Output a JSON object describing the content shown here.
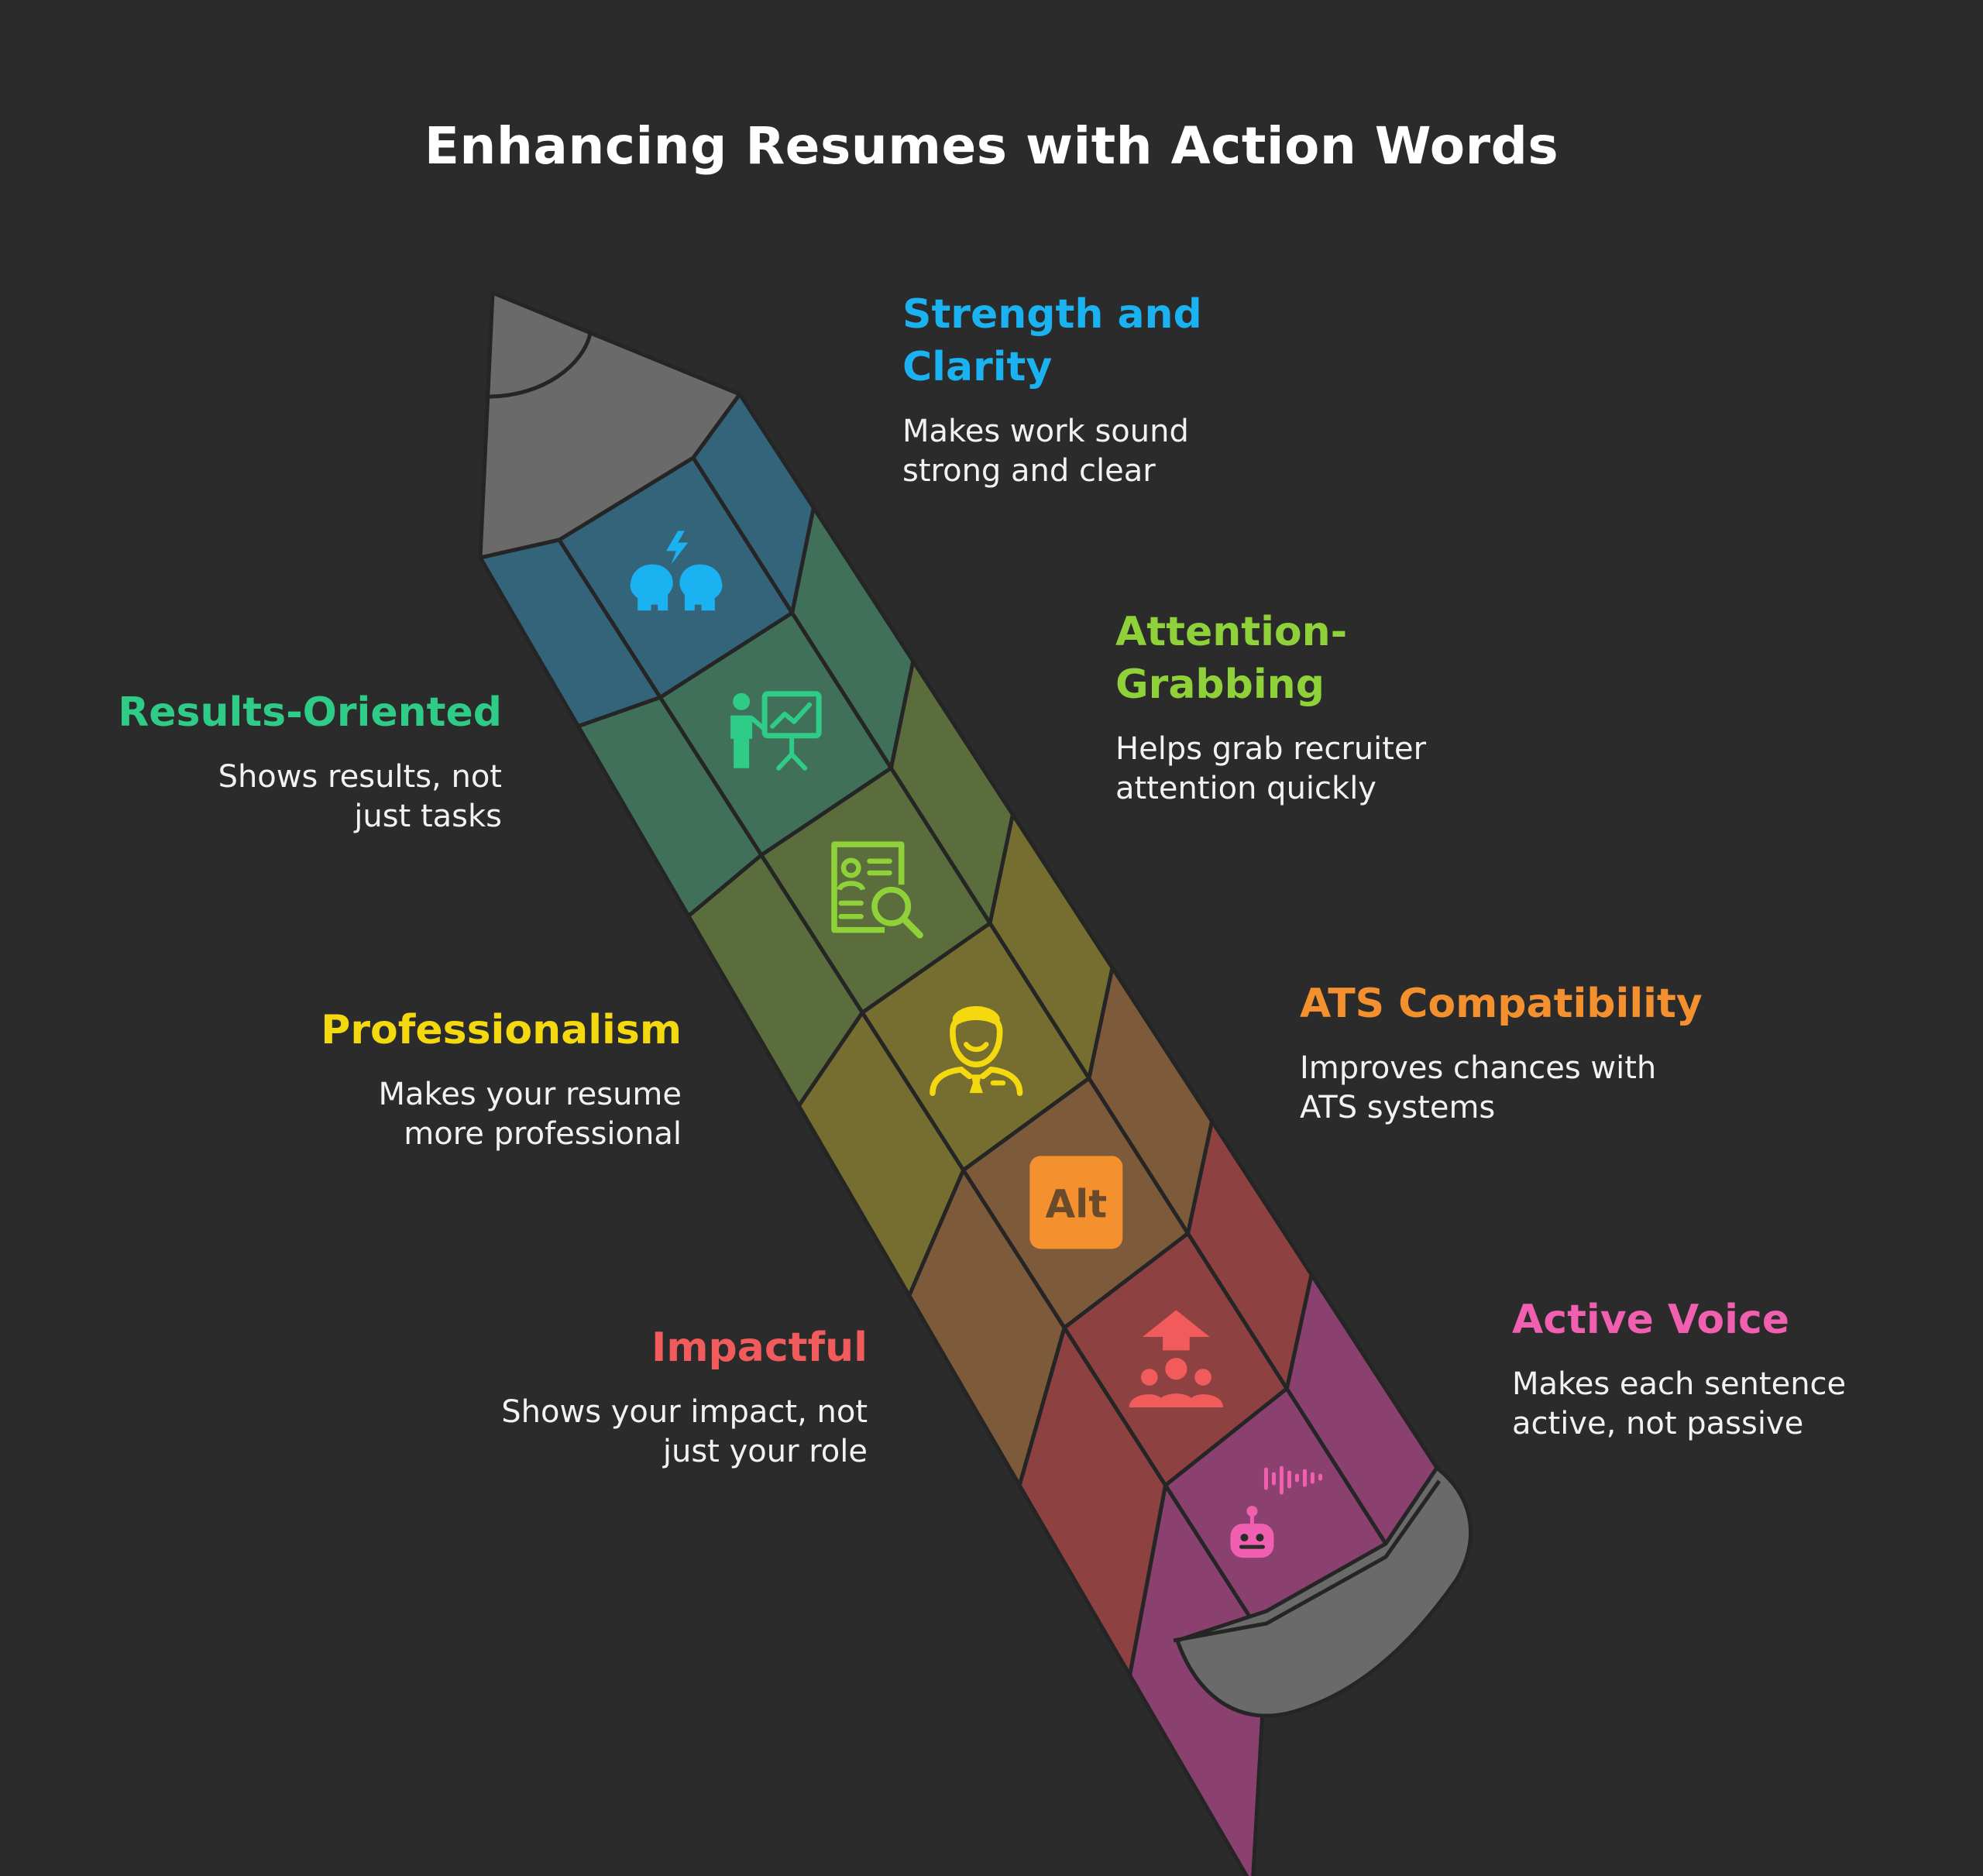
{
  "title": "Enhancing Resumes with Action Words",
  "items": [
    {
      "key": "strength",
      "heading": "Strength and Clarity",
      "description": "Makes work sound strong and clear",
      "color": "#1ab2f0",
      "fill": "#33647a",
      "icon": "brainstorm-heads-lightning-icon"
    },
    {
      "key": "results",
      "heading": "Results-Oriented",
      "description": "Shows results, not just tasks",
      "color": "#2ecc87",
      "fill": "#40705a",
      "icon": "presenter-chart-icon"
    },
    {
      "key": "attention",
      "heading": "Attention-Grabbing",
      "description": "Helps grab recruiter attention quickly",
      "color": "#8fd138",
      "fill": "#5c6d3d",
      "icon": "resume-search-icon"
    },
    {
      "key": "professionalism",
      "heading": "Professionalism",
      "description": "Makes your resume more professional",
      "color": "#f5d90f",
      "fill": "#756e30",
      "icon": "professional-person-icon"
    },
    {
      "key": "ats",
      "heading": "ATS Compatibility",
      "description": "Improves chances with ATS systems",
      "color": "#f5902f",
      "fill": "#7d5a3a",
      "icon": "alt-key-icon",
      "icon_text": "Alt"
    },
    {
      "key": "impactful",
      "heading": "Impactful",
      "description": "Shows your impact, not just your role",
      "color": "#f25b5b",
      "fill": "#8e4141",
      "icon": "leader-growth-icon"
    },
    {
      "key": "active",
      "heading": "Active Voice",
      "description": "Makes each sentence active, not passive",
      "color": "#f05fb0",
      "fill": "#8a416f",
      "icon": "robot-voice-icon"
    }
  ],
  "colors": {
    "background": "#2b2b2b",
    "pencil_tip": "#6a6a6a",
    "outline": "#252525"
  }
}
